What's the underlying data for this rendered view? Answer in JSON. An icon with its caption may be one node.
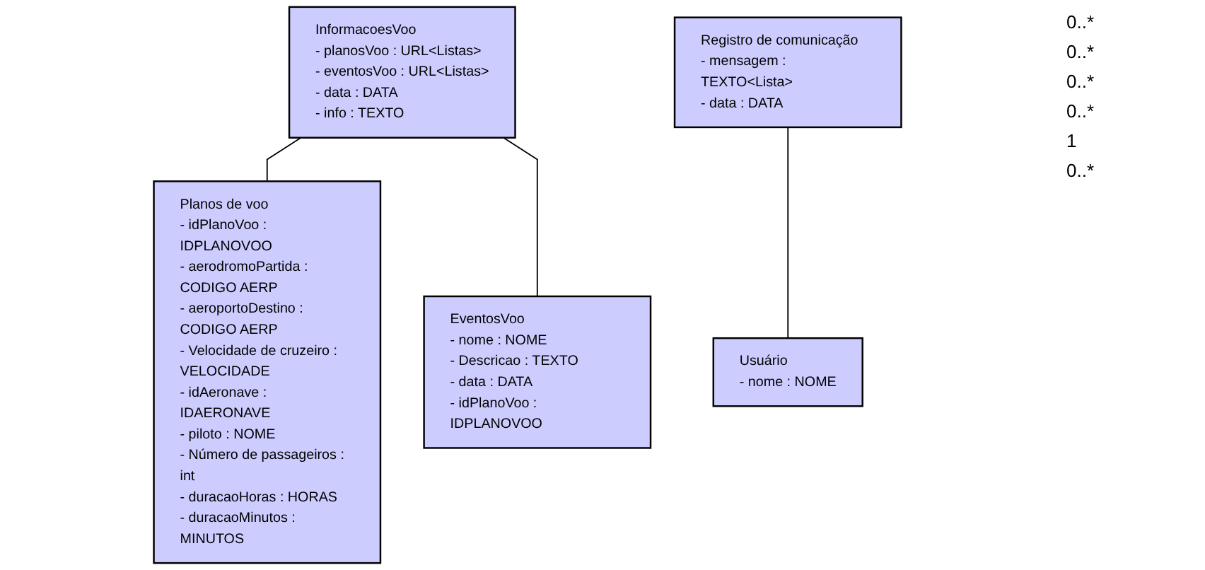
{
  "diagram": {
    "nodes": [
      {
        "text": [
          "InformacoesVoo",
          "- planosVoo : URL<Listas>",
          "- eventosVoo : URL<Listas>",
          "- data : DATA",
          "- info : TEXTO"
        ]
      },
      {
        "text": [
          "Registro de comunicação",
          "- mensagem : TEXTO<Lista>",
          "- data : DATA"
        ]
      },
      {
        "text": [
          "Planos de voo",
          "- idPlanoVoo : IDPLANOVOO",
          "- aerodromoPartida : CODIGO AERP",
          "- aeroportoDestino : CODIGO AERP",
          "- Velocidade de cruzeiro : VELOCIDADE",
          "- idAeronave : IDAERONAVE",
          "- piloto : NOME",
          "- Número de passageiros : int",
          "- duracaoHoras : HORAS",
          "- duracaoMinutos : MINUTOS"
        ]
      },
      {
        "text": [
          "Usuário",
          "- nome : NOME"
        ]
      },
      {
        "text": [
          "EventosVoo",
          "- nome : NOME",
          "- Descricao : TEXTO",
          "- data : DATA",
          "- idPlanoVoo : IDPLANOVOO"
        ]
      }
    ],
    "edges": [
      {
        "from": 0,
        "to": 2,
        "arrow": "none"
      },
      {
        "from": 0,
        "to": 4,
        "arrow": "none"
      },
      {
        "from": 1,
        "to": 3,
        "arrow": "none"
      }
    ],
    "labels": [
      "0..*",
      "0..*",
      "0..*",
      "0..*",
      "1",
      "0..*"
    ]
  }
}
